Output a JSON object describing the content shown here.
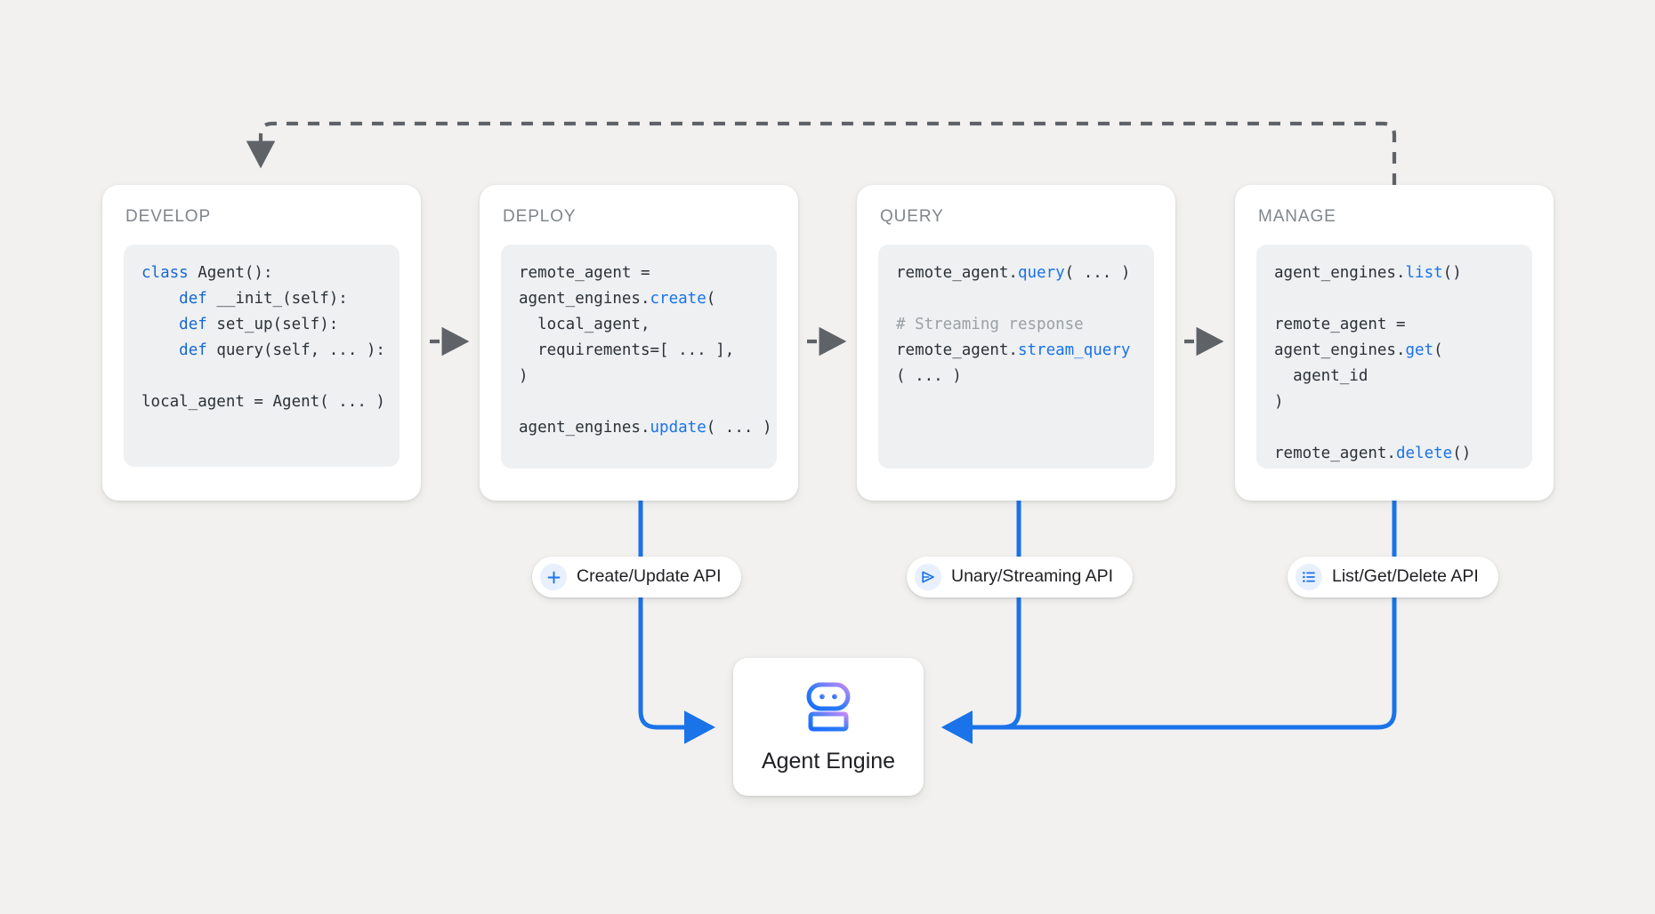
{
  "canvas": {
    "background_color": "#f2f1ef",
    "accent_blue": "#1a73e8",
    "keyword_blue": "#1967d2",
    "dashed_gray": "#5f6368",
    "title_gray": "#80868b",
    "code_bg": "#eef0f2"
  },
  "stages": [
    {
      "title": "DEVELOP",
      "code_lines": [
        [
          {
            "t": "class ",
            "c": "kw"
          },
          {
            "t": "Agent():",
            "c": "plain"
          }
        ],
        [
          {
            "t": "    ",
            "c": "plain"
          },
          {
            "t": "def ",
            "c": "kw"
          },
          {
            "t": "__init_(self):",
            "c": "plain"
          }
        ],
        [
          {
            "t": "    ",
            "c": "plain"
          },
          {
            "t": "def ",
            "c": "kw"
          },
          {
            "t": "set_up(self):",
            "c": "plain"
          }
        ],
        [
          {
            "t": "    ",
            "c": "plain"
          },
          {
            "t": "def ",
            "c": "kw"
          },
          {
            "t": "query(self, ... ):",
            "c": "plain"
          }
        ],
        [],
        [
          {
            "t": "local_agent = Agent( ... )",
            "c": "plain"
          }
        ]
      ]
    },
    {
      "title": "DEPLOY",
      "code_lines": [
        [
          {
            "t": "remote_agent =",
            "c": "plain"
          }
        ],
        [
          {
            "t": "agent_engines.",
            "c": "plain"
          },
          {
            "t": "create",
            "c": "fn"
          },
          {
            "t": "(",
            "c": "plain"
          }
        ],
        [
          {
            "t": "  local_agent,",
            "c": "plain"
          }
        ],
        [
          {
            "t": "  requirements=[ ... ],",
            "c": "plain"
          }
        ],
        [
          {
            "t": ")",
            "c": "plain"
          }
        ],
        [],
        [
          {
            "t": "agent_engines.",
            "c": "plain"
          },
          {
            "t": "update",
            "c": "fn"
          },
          {
            "t": "( ... )",
            "c": "plain"
          }
        ]
      ]
    },
    {
      "title": "QUERY",
      "code_lines": [
        [
          {
            "t": "remote_agent.",
            "c": "plain"
          },
          {
            "t": "query",
            "c": "fn"
          },
          {
            "t": "( ... )",
            "c": "plain"
          }
        ],
        [],
        [
          {
            "t": "# Streaming response",
            "c": "cm"
          }
        ],
        [
          {
            "t": "remote_agent.",
            "c": "plain"
          },
          {
            "t": "stream_query",
            "c": "fn"
          }
        ],
        [
          {
            "t": "( ... )",
            "c": "plain"
          }
        ]
      ]
    },
    {
      "title": "MANAGE",
      "code_lines": [
        [
          {
            "t": "agent_engines.",
            "c": "plain"
          },
          {
            "t": "list",
            "c": "fn"
          },
          {
            "t": "()",
            "c": "plain"
          }
        ],
        [],
        [
          {
            "t": "remote_agent =",
            "c": "plain"
          }
        ],
        [
          {
            "t": "agent_engines.",
            "c": "plain"
          },
          {
            "t": "get",
            "c": "fn"
          },
          {
            "t": "(",
            "c": "plain"
          }
        ],
        [
          {
            "t": "  agent_id",
            "c": "plain"
          }
        ],
        [
          {
            "t": ")",
            "c": "plain"
          }
        ],
        [],
        [
          {
            "t": "remote_agent.",
            "c": "plain"
          },
          {
            "t": "delete",
            "c": "fn"
          },
          {
            "t": "()",
            "c": "plain"
          }
        ]
      ]
    }
  ],
  "api_pills": [
    {
      "label": "Create/Update API",
      "icon": "plus-icon"
    },
    {
      "label": "Unary/Streaming API",
      "icon": "send-triangle-icon"
    },
    {
      "label": "List/Get/Delete API",
      "icon": "list-icon"
    }
  ],
  "agent_engine": {
    "label": "Agent Engine",
    "icon": "robot-icon",
    "gradient_from": "#1a73e8",
    "gradient_to": "#c58af9"
  },
  "connectors": {
    "develop_to_deploy": "dashed-arrow-right",
    "deploy_to_query": "dashed-arrow-right",
    "query_to_manage": "dashed-arrow-right",
    "manage_to_develop": "dashed-feedback-loop",
    "deploy_to_engine": "blue-arrow-right",
    "query_to_engine": "blue-arrow-left",
    "manage_to_engine": "blue-arrow-left"
  }
}
